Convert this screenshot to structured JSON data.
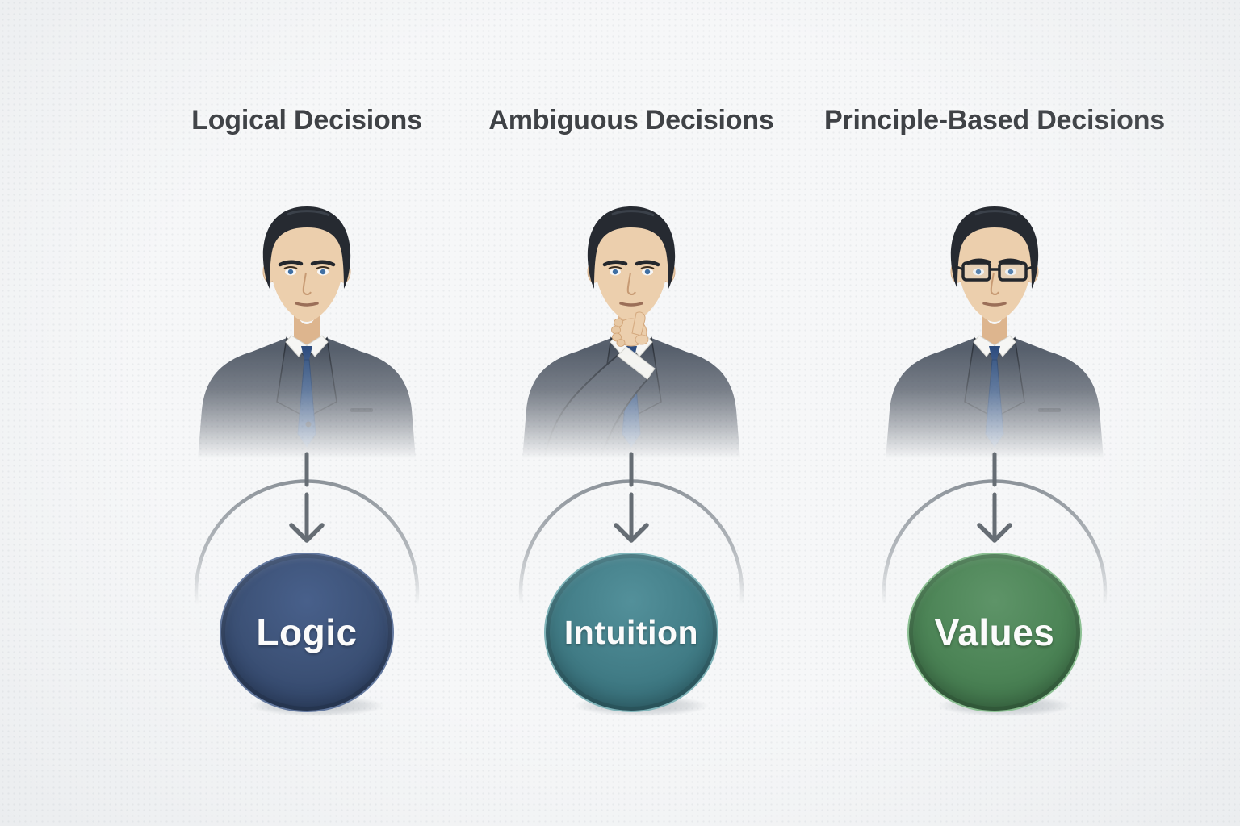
{
  "page": {
    "background_color": "#f6f7f8",
    "title_color": "#3f4246"
  },
  "connector": {
    "arrow_icon": "down-arrow-icon",
    "arc_icon": "arc-guide-line",
    "arrow_color": "#666d74",
    "arc_color": "#878e95"
  },
  "columns": [
    {
      "title": "Logical Decisions",
      "figure_icon": "businessman-neutral-illustration",
      "outcome": {
        "label": "Logic",
        "color_light": "#48608b",
        "color_mid": "#3c5176",
        "color_dark": "#293d60",
        "rim_color": "#64799f"
      }
    },
    {
      "title": "Ambiguous Decisions",
      "figure_icon": "businessman-thinking-hand-on-chin-illustration",
      "outcome": {
        "label": "Intuition",
        "color_light": "#53909a",
        "color_mid": "#427d87",
        "color_dark": "#2d636d",
        "rim_color": "#80b4b9"
      }
    },
    {
      "title": "Principle-Based Decisions",
      "figure_icon": "businessman-glasses-illustration",
      "outcome": {
        "label": "Values",
        "color_light": "#5e9468",
        "color_mid": "#4c8456",
        "color_dark": "#386a43",
        "rim_color": "#8cc093"
      }
    }
  ]
}
